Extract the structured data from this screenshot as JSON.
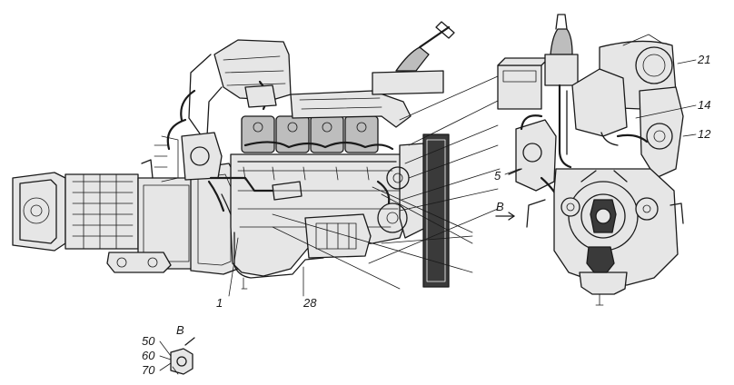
{
  "callouts": {
    "c1": "1",
    "c28": "28",
    "c5": "5",
    "c21": "21",
    "c14": "14",
    "c12": "12",
    "view_ref": "B",
    "detail_title": "B",
    "c50": "50",
    "c60": "60",
    "c70": "70"
  },
  "colors": {
    "ink": "#1a1a1a",
    "background": "#ffffff",
    "shade": "#bdbdbd"
  }
}
